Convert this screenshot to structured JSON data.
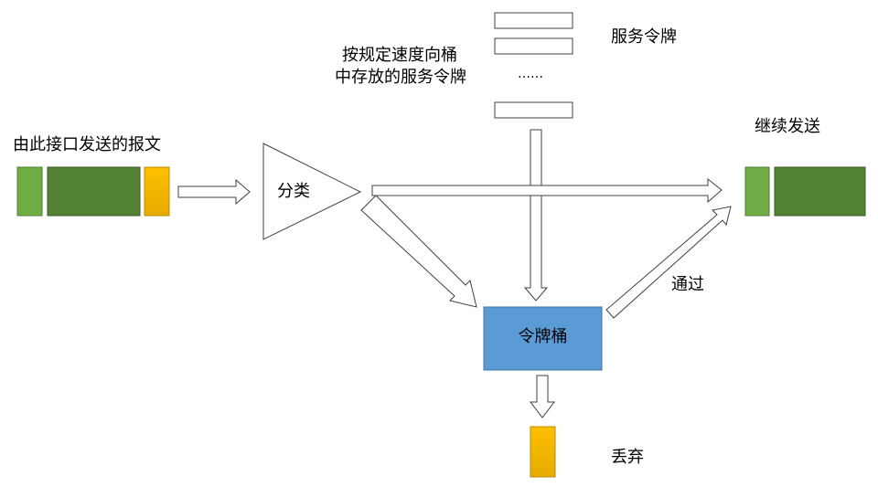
{
  "labels": {
    "input_packet": "由此接口发送的报文",
    "classifier": "分类",
    "token_fill_line1": "按规定速度向桶",
    "token_fill_line2": "中存放的服务令牌",
    "tokens": "服务令牌",
    "ellipsis": "……",
    "forward": "继续发送",
    "token_bucket": "令牌桶",
    "pass": "通过",
    "drop": "丢弃"
  },
  "colors": {
    "packet_light_green": "#70ad47",
    "packet_dark_green": "#548235",
    "packet_yellow": "#ffc000",
    "bucket_blue": "#5b9bd5",
    "bucket_border": "#41719c",
    "outline": "#404040"
  }
}
